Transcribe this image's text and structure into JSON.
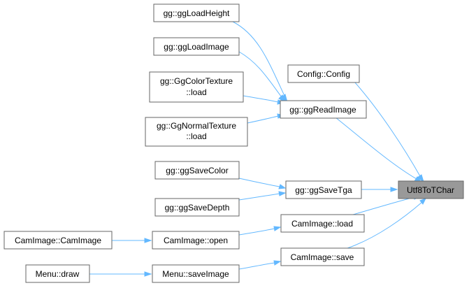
{
  "colors": {
    "edge": "#63b8ff",
    "node_border": "#666666",
    "target_fill": "#999999"
  },
  "nodes": {
    "loadheight": [
      "gg::ggLoadHeight"
    ],
    "loadimage": [
      "gg::ggLoadImage"
    ],
    "colortex": [
      "gg::GgColorTexture",
      "::load"
    ],
    "normaltex": [
      "gg::GgNormalTexture",
      "::load"
    ],
    "config": [
      "Config::Config"
    ],
    "readimage": [
      "gg::ggReadImage"
    ],
    "savecolor": [
      "gg::ggSaveColor"
    ],
    "savedepth": [
      "gg::ggSaveDepth"
    ],
    "savetga": [
      "gg::ggSaveTga"
    ],
    "target": [
      "Utf8ToTChar"
    ],
    "camimage": [
      "CamImage::CamImage"
    ],
    "camopen": [
      "CamImage::open"
    ],
    "camload": [
      "CamImage::load"
    ],
    "camsave": [
      "CamImage::save"
    ],
    "menudraw": [
      "Menu::draw"
    ],
    "saveimage": [
      "Menu::saveImage"
    ]
  }
}
